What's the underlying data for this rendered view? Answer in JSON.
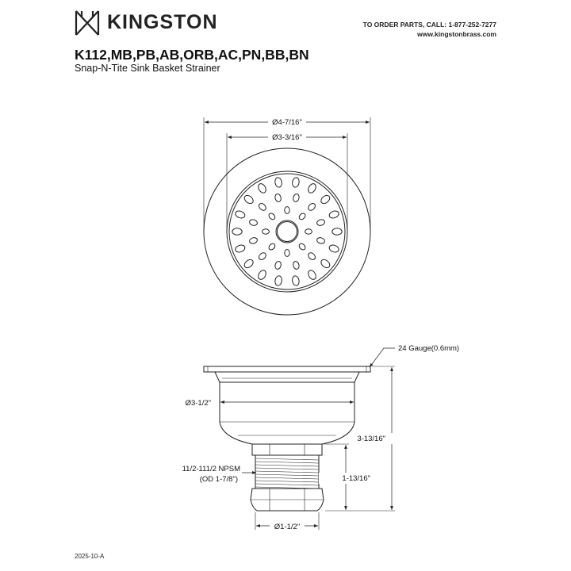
{
  "header": {
    "brand": "KINGSTON",
    "order_line": "TO ORDER PARTS, CALL: 1-877-252-7277",
    "website": "www.kingstonbrass.com",
    "model": "K112,MB,PB,AB,ORB,AC,PN,BB,BN",
    "product_name": "Snap-N-Tite Sink Basket Strainer"
  },
  "top_view": {
    "outer_diameter_label": "Ø4-7/16\"",
    "inner_diameter_label": "Ø3-3/16\""
  },
  "side_view": {
    "gauge_label": "24 Gauge(0.6mm)",
    "body_diameter_label": "Ø3-1/2\"",
    "thread_label": "11/2-111/2 NPSM",
    "thread_od_label": "(OD 1-7/8\")",
    "total_height_label": "3-13/16\"",
    "thread_height_label": "1-13/16\"",
    "outlet_diameter_label": "Ø1-1/2\""
  },
  "footer": {
    "revision": "2025-10-A"
  },
  "colors": {
    "line": "#222222",
    "text": "#111111"
  }
}
